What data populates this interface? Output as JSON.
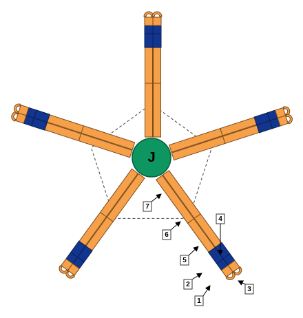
{
  "hub": {
    "label": "J"
  },
  "arm_count": 5,
  "callouts": [
    "1",
    "2",
    "3",
    "4",
    "5",
    "6",
    "7"
  ],
  "colors": {
    "orange": "#f7a04a",
    "orange_edge": "#7a4a1a",
    "blue": "#12358f",
    "hub": "#0d9660",
    "dashed": "#444444"
  },
  "icons": [
    "bracket-cap-icon",
    "leader-arrow-icon"
  ]
}
